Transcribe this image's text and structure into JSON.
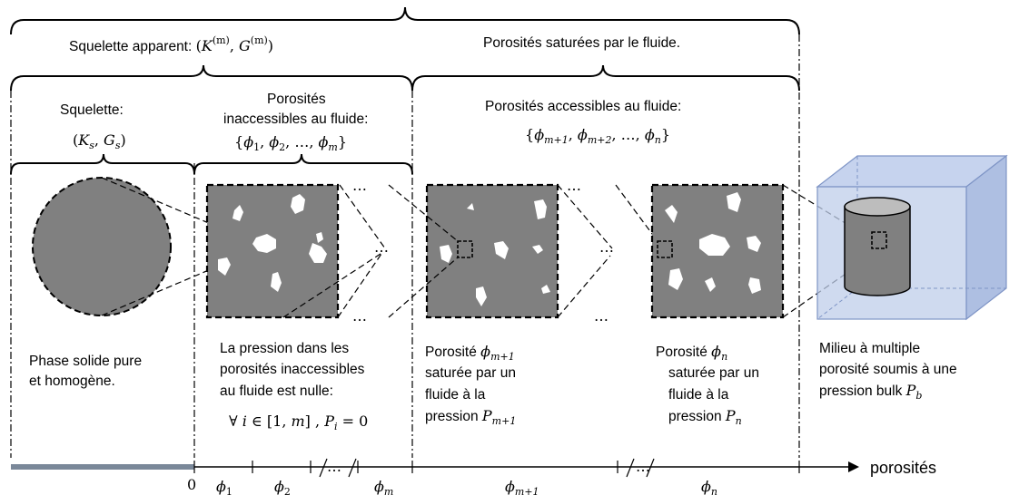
{
  "top_groups": {
    "skeleton_apparent": {
      "label": "Squelette apparent: ",
      "K": "K",
      "G": "G",
      "sup": "(m)"
    },
    "saturated": {
      "label": "Porosités saturées par le fluide."
    }
  },
  "mid_groups": {
    "skeleton": {
      "label": "Squelette:",
      "Ks": "K",
      "Gs": "G",
      "sub_s": "s"
    },
    "inaccessible": {
      "line1": "Porosités",
      "line2": "inaccessibles au fluide:",
      "phi": "ϕ",
      "sub1": "1",
      "sub2": "2",
      "subm": "m",
      "dots": "…"
    },
    "accessible": {
      "label": "Porosités accessibles au fluide:",
      "phi": "ϕ",
      "subm1": "m+1",
      "subm2": "m+2",
      "subn": "n",
      "dots": "…"
    }
  },
  "panels": {
    "solid": {
      "line1": "Phase solide pure",
      "line2": "et homogène."
    },
    "inaccessible": {
      "line1": "La pression dans les",
      "line2": "porosités inaccessibles",
      "line3": "au fluide est nulle:",
      "formula_forall": "∀",
      "formula_i": "i",
      "formula_in": "∈ [1, ",
      "formula_m": "m",
      "formula_close": "]   ,",
      "formula_P": "P",
      "formula_sub": "i",
      "formula_eq": "= 0"
    },
    "phi_m1": {
      "line1": "Porosité ",
      "phi": "ϕ",
      "phi_sub": "m+1",
      "line2": "saturée par un",
      "line3": "fluide à la",
      "line4": "pression ",
      "P": "P",
      "P_sub": "m+1"
    },
    "phi_n": {
      "line1": "Porosité ",
      "phi": "ϕ",
      "phi_sub": "n",
      "line2": "saturée par un",
      "line3": "fluide à la",
      "line4": "pression ",
      "P": "P",
      "P_sub": "n"
    },
    "bulk": {
      "line1": "Milieu à multiple",
      "line2": "porosité soumis à une",
      "line3": "pression bulk ",
      "P": "P",
      "P_sub": "b"
    }
  },
  "ellipsis_h": "…",
  "axis": {
    "label": "porosités",
    "zero": "0",
    "ticks": [
      {
        "sym": "ϕ",
        "sub": "1"
      },
      {
        "sym": "ϕ",
        "sub": "2"
      },
      {
        "sym": "ϕ",
        "sub": "m"
      },
      {
        "sym": "ϕ",
        "sub": "m+1"
      },
      {
        "sym": "ϕ",
        "sub": "n"
      }
    ],
    "break_dots": "…"
  },
  "colors": {
    "grey": "#808080",
    "cube_face": "#bfcdea",
    "cube_edge": "#7f95c6",
    "cylinder_top": "#bdbdbd",
    "axis_bar": "#7a8899"
  }
}
